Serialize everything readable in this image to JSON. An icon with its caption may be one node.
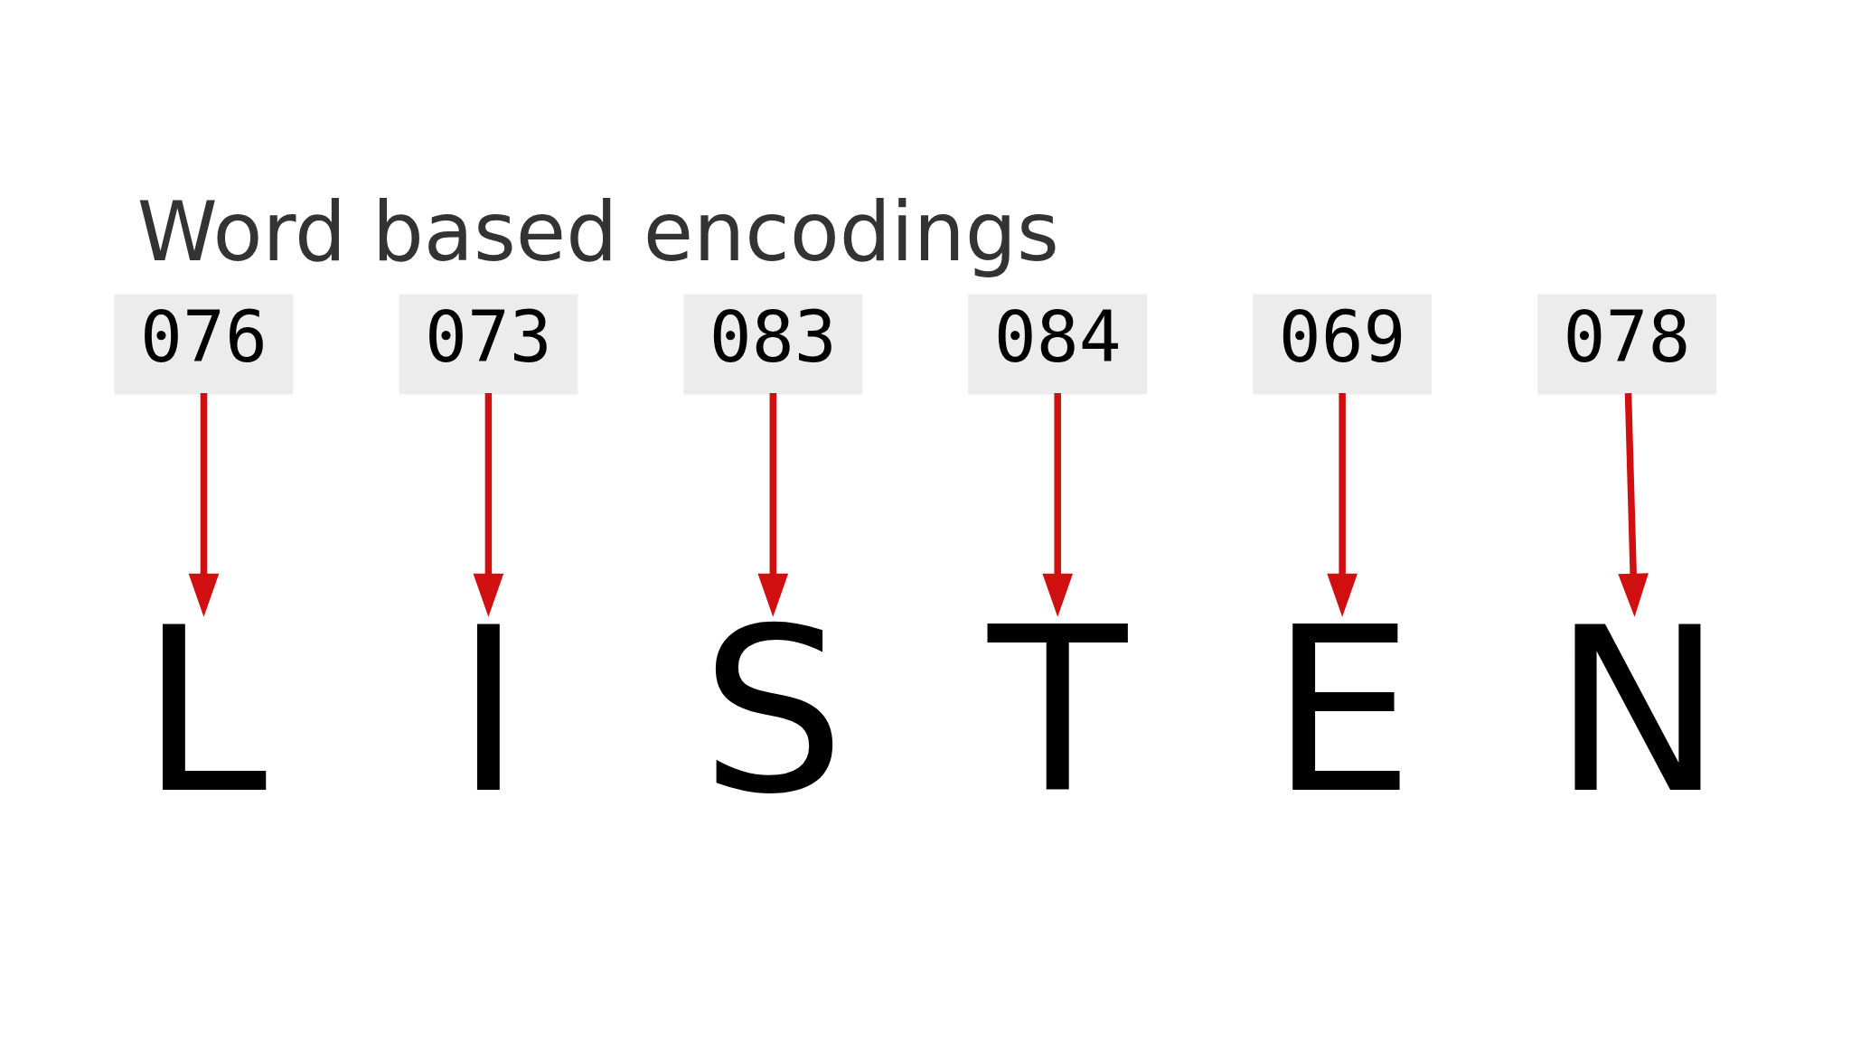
{
  "diagram": {
    "title": "Word based encodings",
    "nodes": [
      {
        "text": [
          "076"
        ]
      },
      {
        "text": [
          "073"
        ]
      },
      {
        "text": [
          "083"
        ]
      },
      {
        "text": [
          "084"
        ]
      },
      {
        "text": [
          "069"
        ]
      },
      {
        "text": [
          "078"
        ]
      },
      {
        "text": [
          "L"
        ]
      },
      {
        "text": [
          "I"
        ]
      },
      {
        "text": [
          "S"
        ]
      },
      {
        "text": [
          "T"
        ]
      },
      {
        "text": [
          "E"
        ]
      },
      {
        "text": [
          "N"
        ]
      }
    ],
    "edges": [
      {
        "from": 0,
        "to": 6,
        "arrow": "to"
      },
      {
        "from": 1,
        "to": 7,
        "arrow": "to"
      },
      {
        "from": 2,
        "to": 8,
        "arrow": "to"
      },
      {
        "from": 3,
        "to": 9,
        "arrow": "to"
      },
      {
        "from": 4,
        "to": 10,
        "arrow": "to"
      },
      {
        "from": 5,
        "to": 11,
        "arrow": "to"
      }
    ]
  }
}
